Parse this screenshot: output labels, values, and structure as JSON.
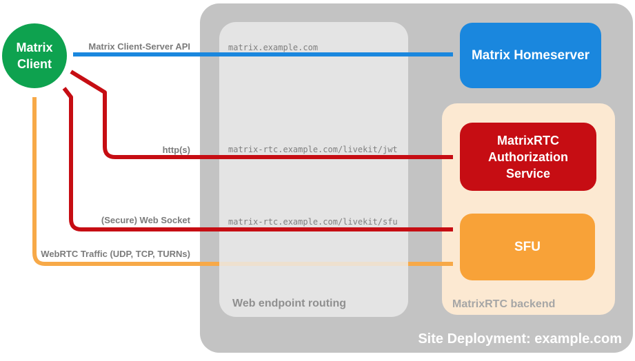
{
  "containers": {
    "deployment": {
      "label": "Site Deployment: example.com"
    },
    "routing": {
      "label": "Web endpoint routing"
    },
    "backend": {
      "label": "MatrixRTC backend"
    }
  },
  "nodes": {
    "client": {
      "label": "Matrix Client"
    },
    "homeserver": {
      "label": "Matrix Homeserver"
    },
    "auth_service": {
      "label": "MatrixRTC Authorization Service"
    },
    "sfu": {
      "label": "SFU"
    }
  },
  "endpoints": [
    "matrix.example.com",
    "matrix-rtc.example.com/livekit/jwt",
    "matrix-rtc.example.com/livekit/sfu"
  ],
  "connections": [
    {
      "label": "Matrix Client-Server API",
      "color": "#1a87de"
    },
    {
      "label": "http(s)",
      "color": "#c60d13"
    },
    {
      "label": "(Secure) Web Socket",
      "color": "#c60d13"
    },
    {
      "label": "WebRTC Traffic (UDP, TCP, TURNs)",
      "color": "#f7a948"
    }
  ],
  "colors": {
    "client_green": "#0ea24f",
    "homeserver_blue": "#1a87de",
    "auth_red": "#c60d13",
    "sfu_orange": "#f8a238",
    "backend_peach": "#fce9d2",
    "deployment_gray": "#c3c3c3",
    "routing_gray": "#e3e3e3",
    "label_gray": "#7b7b7b"
  }
}
